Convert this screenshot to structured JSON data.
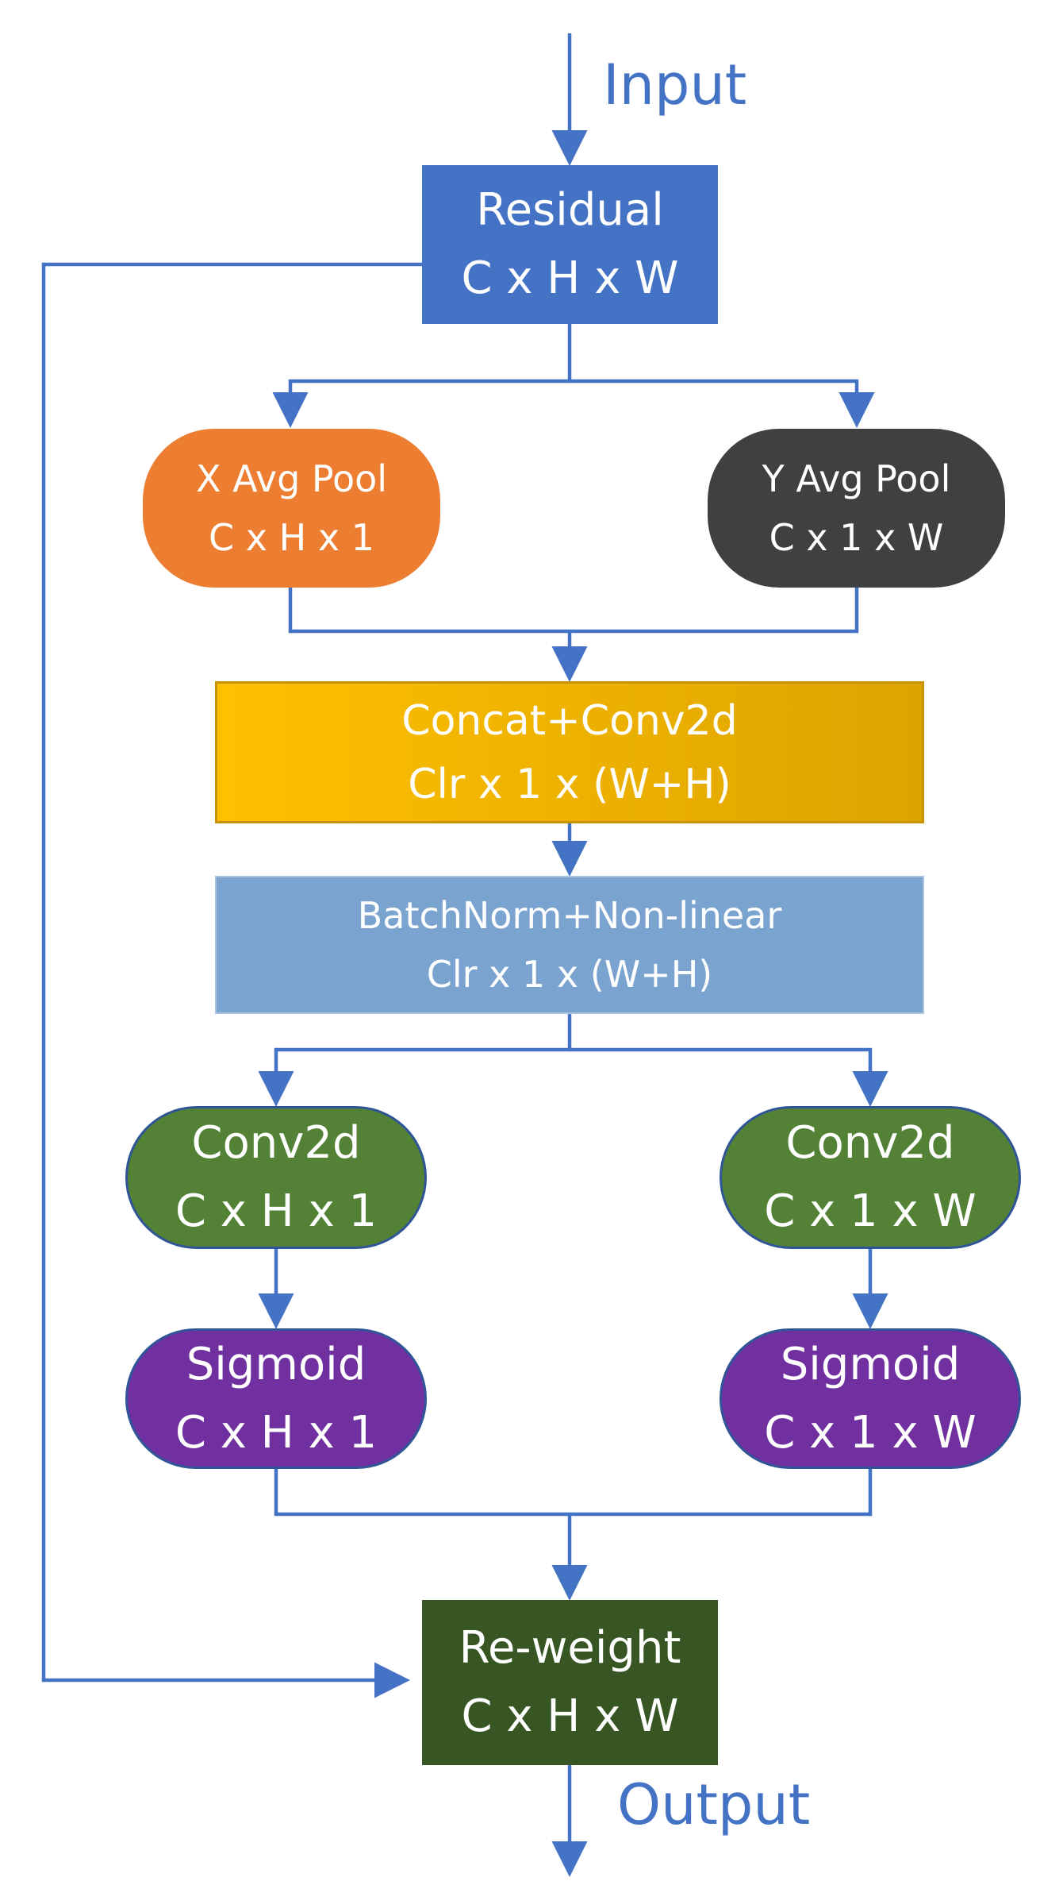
{
  "colors": {
    "arrow": "#4472c4",
    "residual": "#4472c4",
    "x_pool": "#ed7d31",
    "y_pool": "#404040",
    "concat": "#f0a800",
    "batchnorm": "#7ba3cf",
    "conv": "#538135",
    "sigmoid": "#7030a0",
    "reweight": "#375623"
  },
  "labels": {
    "input": "Input",
    "output": "Output"
  },
  "nodes": {
    "residual": {
      "line1": "Residual",
      "line2": "C x H x W"
    },
    "x_pool": {
      "line1": "X Avg Pool",
      "line2": "C x H x 1"
    },
    "y_pool": {
      "line1": "Y Avg Pool",
      "line2": "C x 1 x W"
    },
    "concat": {
      "line1": "Concat+Conv2d",
      "line2": "Clr x 1 x (W+H)"
    },
    "batchnorm": {
      "line1": "BatchNorm+Non-linear",
      "line2": "Clr x 1 x (W+H)"
    },
    "conv_h": {
      "line1": "Conv2d",
      "line2": "C x H x 1"
    },
    "conv_w": {
      "line1": "Conv2d",
      "line2": "C x 1 x W"
    },
    "sigmoid_h": {
      "line1": "Sigmoid",
      "line2": "C x H x 1"
    },
    "sigmoid_w": {
      "line1": "Sigmoid",
      "line2": "C x 1 x W"
    },
    "reweight": {
      "line1": "Re-weight",
      "line2": "C x H x W"
    }
  }
}
